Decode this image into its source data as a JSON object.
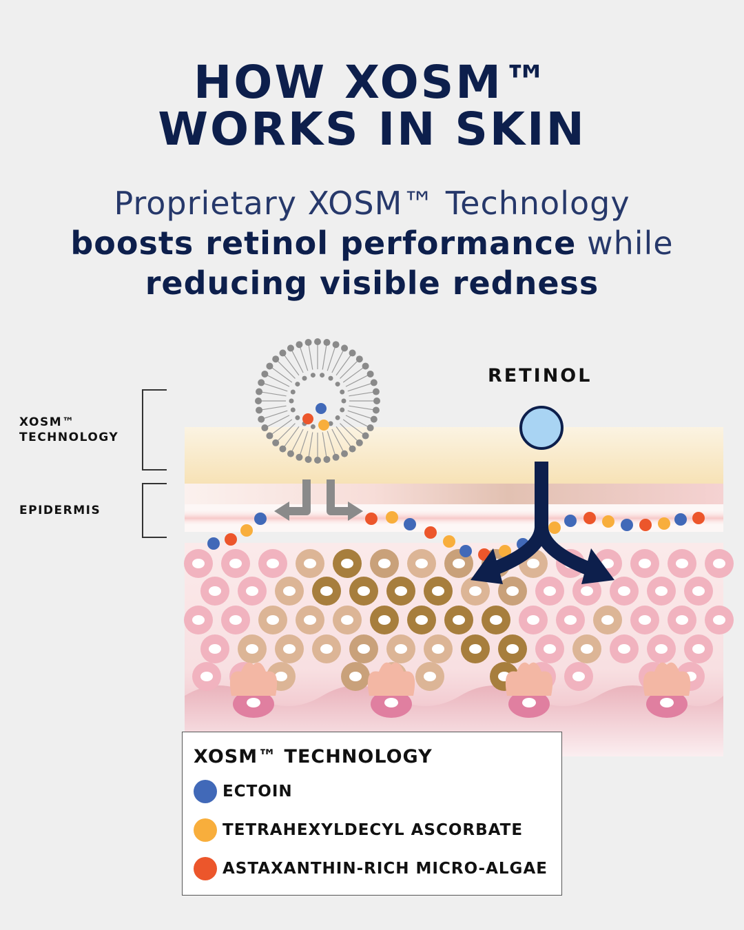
{
  "title": {
    "line1": "HOW XOSM™",
    "line2": "WORKS IN SKIN"
  },
  "subtitle": {
    "line1": "Proprietary XOSM™ Technology",
    "line2_bold": "boosts retinol performance",
    "line2_light": " while",
    "line3": "reducing visible redness"
  },
  "diagram": {
    "xosm_label_line1": "XOSM™",
    "xosm_label_line2": "TECHNOLOGY",
    "epidermis_label": "EPIDERMIS",
    "retinol_label": "RETINOL"
  },
  "legend": {
    "title": "XOSM™ TECHNOLOGY",
    "items": [
      {
        "label": "ECTOIN",
        "color": "#4169b8"
      },
      {
        "label": "TETRAHEXYLDECYL ASCORBATE",
        "color": "#f8ae3c"
      },
      {
        "label": "ASTAXANTHIN-RICH MICRO-ALGAE",
        "color": "#ec562b"
      }
    ]
  },
  "colors": {
    "navy": "#0d1f4c",
    "retinol_fill": "#a9d4f3",
    "gray_arrow": "#8a8a8a"
  }
}
